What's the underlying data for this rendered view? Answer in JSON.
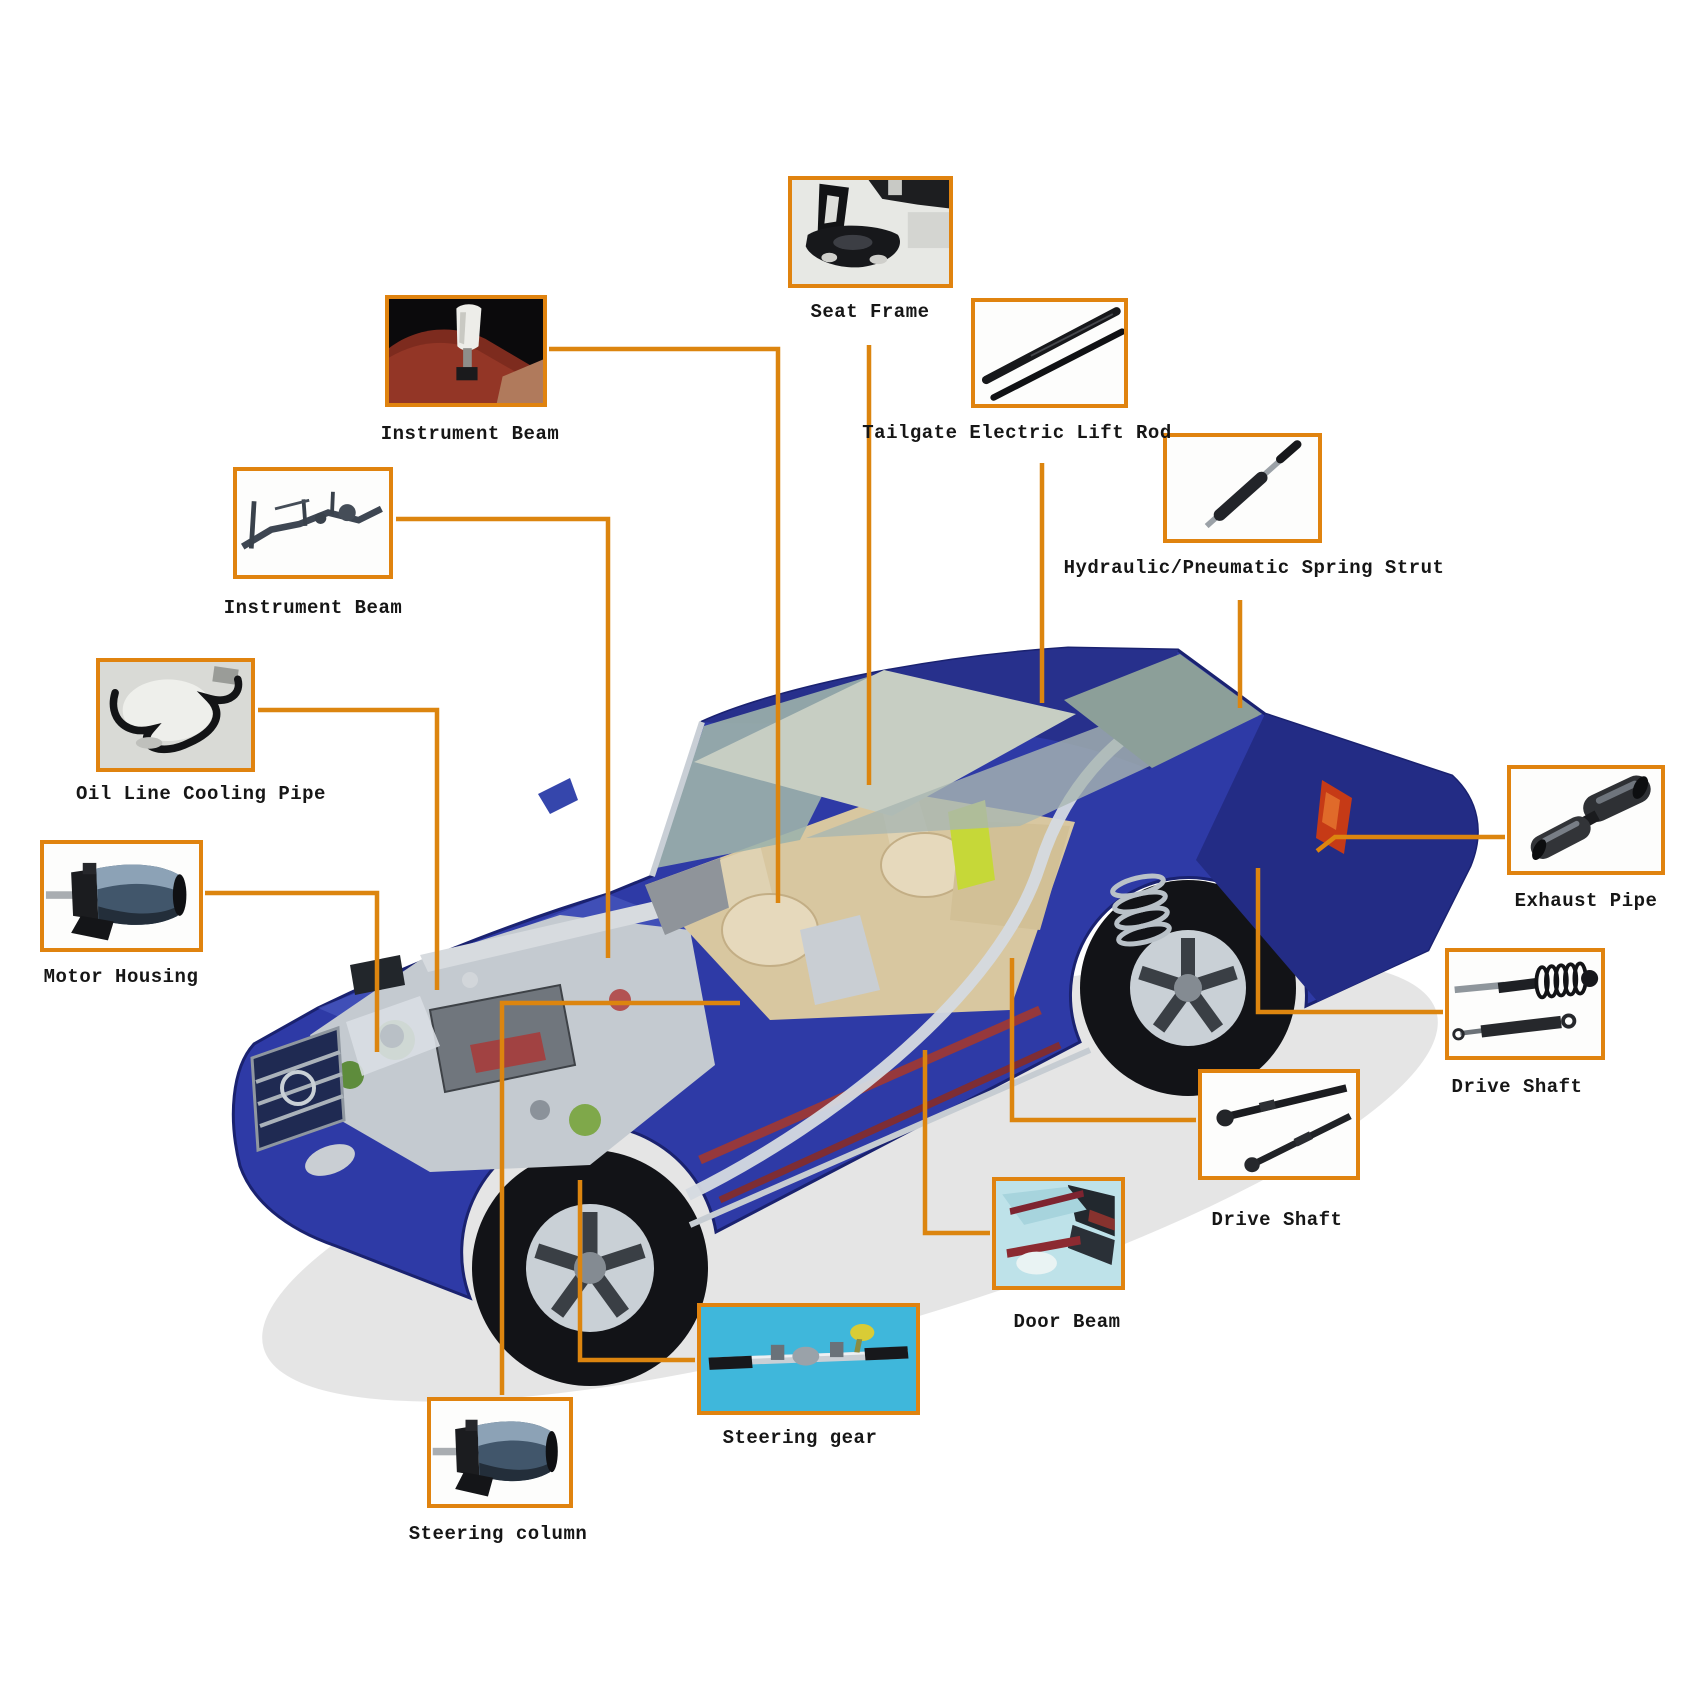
{
  "diagram": {
    "type": "labeled-parts-diagram",
    "subject": "car-cutaway",
    "accent_color": "#E0830F",
    "connector_color": "#DC850F",
    "label_color": "#161616",
    "background_color": "#FFFFFF"
  },
  "parts": [
    {
      "id": "seat-frame",
      "label": "Seat Frame"
    },
    {
      "id": "instrument-beam-upper",
      "label": "Instrument Beam"
    },
    {
      "id": "tailgate-lift-rod",
      "label": "Tailgate Electric Lift Rod"
    },
    {
      "id": "hydraulic-spring-strut",
      "label": "Hydraulic/Pneumatic Spring Strut"
    },
    {
      "id": "instrument-beam-lower",
      "label": "Instrument Beam"
    },
    {
      "id": "oil-line-cooling-pipe",
      "label": "Oil Line Cooling Pipe"
    },
    {
      "id": "motor-housing",
      "label": "Motor Housing"
    },
    {
      "id": "exhaust-pipe",
      "label": "Exhaust Pipe"
    },
    {
      "id": "drive-shaft-rear",
      "label": "Drive Shaft"
    },
    {
      "id": "drive-shaft-front",
      "label": "Drive Shaft"
    },
    {
      "id": "door-beam",
      "label": "Door Beam"
    },
    {
      "id": "steering-gear",
      "label": "Steering gear"
    },
    {
      "id": "steering-column",
      "label": "Steering column"
    }
  ]
}
